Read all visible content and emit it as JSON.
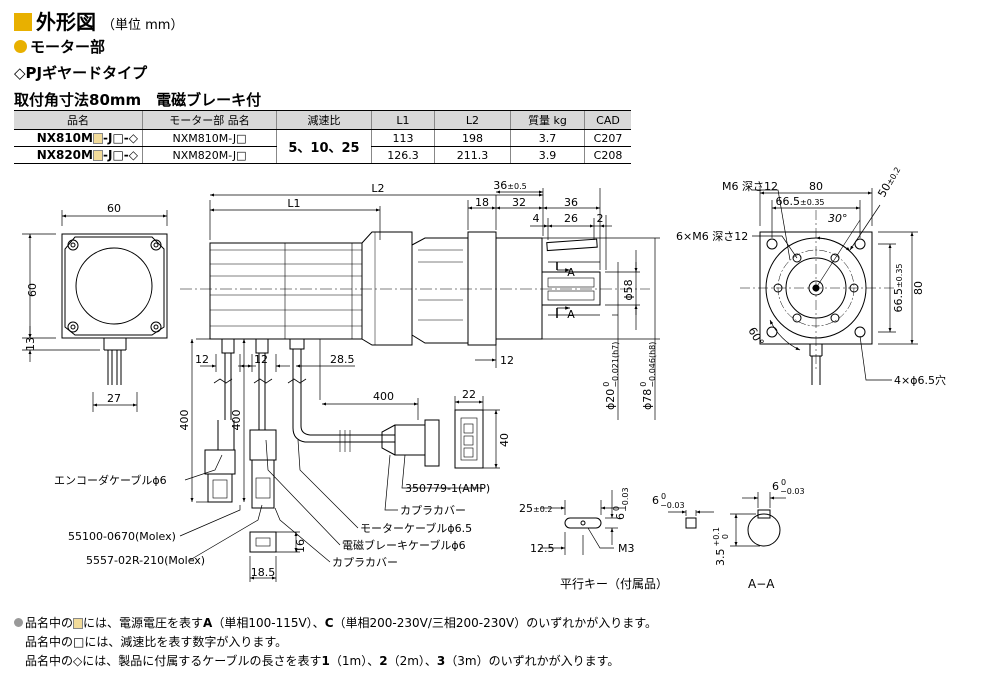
{
  "header": {
    "title": "外形図",
    "unit": "（単位 mm）",
    "section": "モーター部",
    "type_label": "◇PJギヤードタイプ",
    "subtitle": "取付角寸法80mm　電磁ブレーキ付"
  },
  "colors": {
    "accent": "#e8b000",
    "placeholder_fill": "#f3dc9a",
    "table_header": "#d8d8d8"
  },
  "table": {
    "headers": [
      "品名",
      "モーター部 品名",
      "減速比",
      "L1",
      "L2",
      "質量 kg",
      "CAD"
    ],
    "ratio": "5、10、25",
    "rows": [
      {
        "pn_a": "NX810M",
        "pn_b": "-J",
        "pn_c": "-◇",
        "motor": "NXM810M-J□",
        "l1": "113",
        "l2": "198",
        "mass": "3.7",
        "cad": "C207"
      },
      {
        "pn_a": "NX820M",
        "pn_b": "-J",
        "pn_c": "-◇",
        "motor": "NXM820M-J□",
        "l1": "126.3",
        "l2": "211.3",
        "mass": "3.9",
        "cad": "C208"
      }
    ]
  },
  "drawing": {
    "dims": {
      "d60_top": "60",
      "d60_side": "60",
      "d13": "13",
      "d27": "27",
      "L2": "L2",
      "L1": "L1",
      "d36_tol": "36",
      "d36_tol_sub": "±0.5",
      "d18": "18",
      "d32": "32",
      "d36": "36",
      "d4": "4",
      "d26": "26",
      "d2": "2",
      "d12a": "12",
      "d12b": "12",
      "d285": "28.5",
      "d12c": "12",
      "d400a": "400",
      "d400b": "400",
      "d400c": "400",
      "d22": "22",
      "d40": "40",
      "phi58": "ϕ58",
      "phi20": "ϕ20",
      "phi20_tol": "0",
      "phi20_tol2": "−0.021(h7)",
      "phi78": "ϕ78",
      "phi78_tol": "0",
      "phi78_tol2": "−0.046(h8)",
      "m6_depth": "M6 深さ12",
      "m6x6_depth": "6×M6 深さ12",
      "d80_top": "80",
      "d665_top": "66.5",
      "d665_top_tol": "±0.35",
      "d30deg": "30°",
      "d50": "50",
      "d50_tol": "±0.2",
      "d665_side": "66.5",
      "d665_side_tol": "±0.35",
      "d80_side": "80",
      "d60deg": "60°",
      "holes": "4×ϕ6.5穴",
      "sec_a1": "A",
      "sec_a2": "A",
      "key_25": "25",
      "key_25_tol": "±0.2",
      "key_6": "6",
      "key_6_tol": "0",
      "key_6_tol2": "−0.03",
      "key_125": "12.5",
      "key_m3": "M3",
      "sec_6": "6",
      "sec_6_tol": "0",
      "sec_6_tol2": "−0.03",
      "sec_6b": "6",
      "sec_6b_tol": "0",
      "sec_6b_tol2": "−0.03",
      "sec_35": "3.5",
      "sec_35_tol": "+0.1",
      "sec_35_tol2": "0",
      "d16": "16",
      "d185": "18.5"
    },
    "labels": {
      "encoder_cable": "エンコーダケーブルϕ6",
      "molex1": "55100-0670(Molex)",
      "molex2": "5557-02R-210(Molex)",
      "amp": "350779-1(AMP)",
      "coupler_cover1": "カプラカバー",
      "motor_cable": "モーターケーブルϕ6.5",
      "brake_cable": "電磁ブレーキケーブルϕ6",
      "coupler_cover2": "カプラカバー",
      "parallel_key": "平行キー（付属品）",
      "section_aa": "A−A"
    }
  },
  "notes": {
    "line1_pre": "品名中の",
    "line1_mid": "には、電源電圧を表す",
    "line1_a": "A",
    "line1_a_desc": "（単相100-115V）、",
    "line1_c": "C",
    "line1_c_desc": "（単相200-230V/三相200-230V）のいずれかが入ります。",
    "line2": "品名中の□には、減速比を表す数字が入ります。",
    "line3_pre": "品名中の◇には、製品に付属するケーブルの長さを表す",
    "line3_1": "1",
    "line3_1d": "（1m）、",
    "line3_2": "2",
    "line3_2d": "（2m）、",
    "line3_3": "3",
    "line3_3d": "（3m）のいずれかが入ります。"
  }
}
